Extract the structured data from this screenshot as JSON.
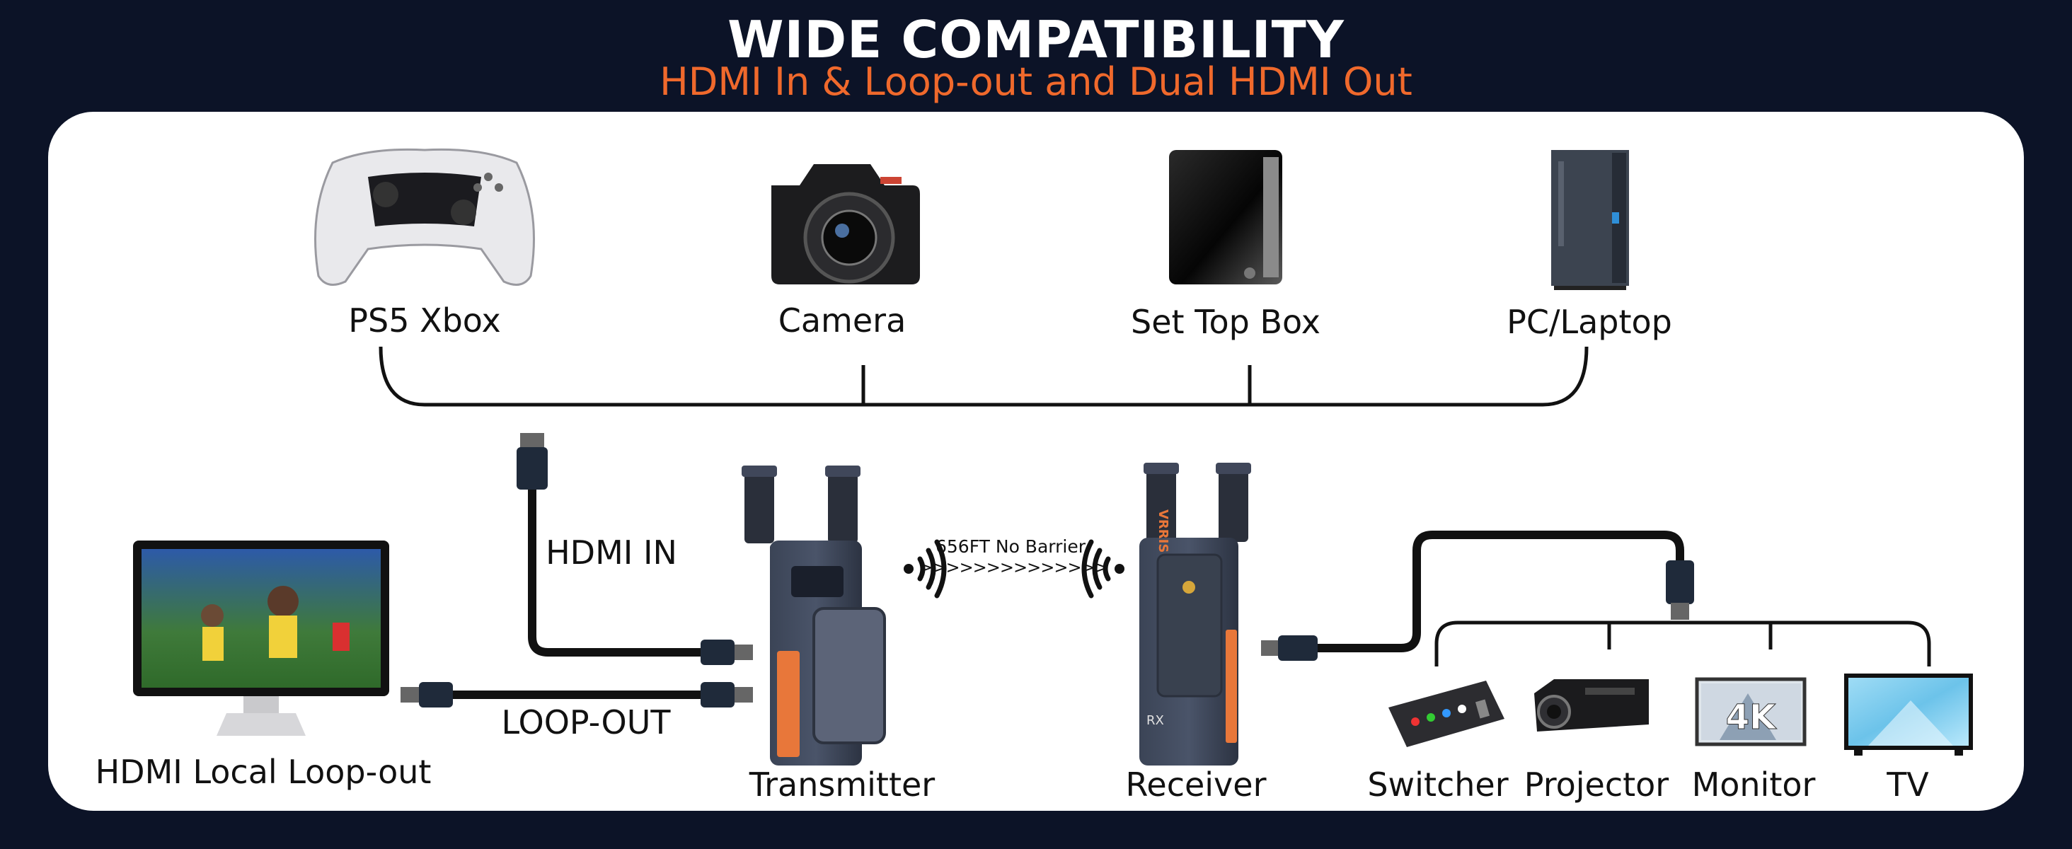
{
  "header": {
    "title": "WIDE COMPATIBILITY",
    "subtitle": "HDMI In & Loop-out and Dual HDMI Out"
  },
  "sources": [
    {
      "label": "PS5 Xbox",
      "icon": "game-controller-icon"
    },
    {
      "label": "Camera",
      "icon": "camera-icon"
    },
    {
      "label": "Set Top Box",
      "icon": "set-top-box-icon"
    },
    {
      "label": "PC/Laptop",
      "icon": "pc-tower-icon"
    }
  ],
  "labels": {
    "hdmi_in": "HDMI IN",
    "loop_out": "LOOP-OUT",
    "local_loop": "HDMI Local Loop-out",
    "range": "656FT No Barrier",
    "arrows": ">>>>>>>>>>>>>>",
    "transmitter": "Transmitter",
    "receiver": "Receiver",
    "receiver_badge": "RX",
    "brand": "VRRIS"
  },
  "outputs": [
    {
      "label": "Switcher",
      "icon": "video-switcher-icon"
    },
    {
      "label": "Projector",
      "icon": "projector-icon"
    },
    {
      "label": "Monitor",
      "icon": "monitor-4k-icon"
    },
    {
      "label": "TV",
      "icon": "tv-icon"
    }
  ],
  "monitor_screen_text": "4K",
  "colors": {
    "background": "#0c1327",
    "accent": "#f0692c",
    "panel": "#ffffff"
  }
}
